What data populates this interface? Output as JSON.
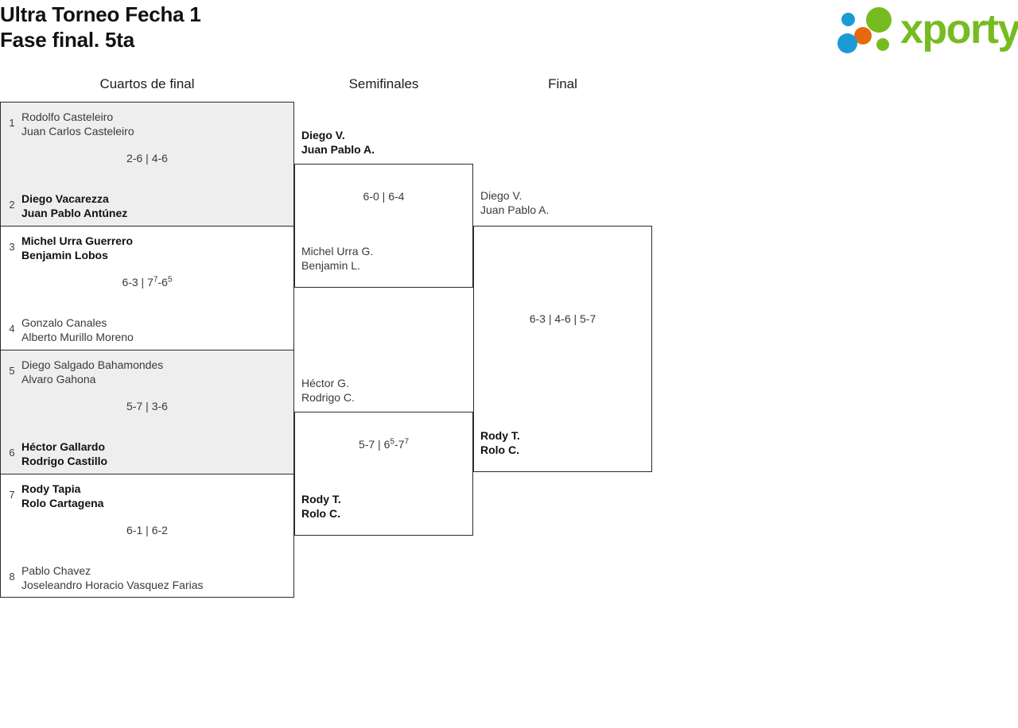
{
  "header": {
    "title_line1": "Ultra Torneo Fecha 1",
    "title_line2": "Fase final. 5ta",
    "logo_text": "xporty",
    "logo_colors": {
      "green": "#76bc21",
      "blue": "#1b9ad6",
      "orange": "#e8690b"
    }
  },
  "rounds": [
    {
      "label": "Cuartos de final"
    },
    {
      "label": "Semifinales"
    },
    {
      "label": "Final"
    }
  ],
  "quarterfinals": [
    {
      "shaded": true,
      "score": "2-6 | 4-6",
      "top": {
        "seed": "1",
        "player1": "Rodolfo Casteleiro",
        "player2": "Juan Carlos Casteleiro",
        "winner": false
      },
      "bottom": {
        "seed": "2",
        "player1": "Diego Vacarezza",
        "player2": "Juan Pablo Antúnez",
        "winner": true
      }
    },
    {
      "shaded": false,
      "score_pre": "6-3 | 7",
      "score_sup1": "7",
      "score_mid": "-6",
      "score_sup2": "5",
      "top": {
        "seed": "3",
        "player1": "Michel Urra Guerrero",
        "player2": "Benjamin Lobos",
        "winner": true
      },
      "bottom": {
        "seed": "4",
        "player1": "Gonzalo Canales",
        "player2": "Alberto Murillo Moreno",
        "winner": false
      }
    },
    {
      "shaded": true,
      "score": "5-7 | 3-6",
      "top": {
        "seed": "5",
        "player1": "Diego Salgado Bahamondes",
        "player2": "Alvaro Gahona",
        "winner": false
      },
      "bottom": {
        "seed": "6",
        "player1": "Héctor Gallardo",
        "player2": "Rodrigo Castillo",
        "winner": true
      }
    },
    {
      "shaded": false,
      "score": "6-1 | 6-2",
      "top": {
        "seed": "7",
        "player1": "Rody Tapia",
        "player2": "Rolo Cartagena",
        "winner": true
      },
      "bottom": {
        "seed": "8",
        "player1": "Pablo Chavez",
        "player2": "Joseleandro Horacio Vasquez Farias",
        "winner": false
      }
    }
  ],
  "semifinals": [
    {
      "score": "6-0 | 6-4",
      "top": {
        "player1": "Diego V.",
        "player2": "Juan Pablo A.",
        "winner": true
      },
      "bottom": {
        "player1": "Michel Urra G.",
        "player2": "Benjamin L.",
        "winner": false
      }
    },
    {
      "score_pre": "5-7 | 6",
      "score_sup1": "5",
      "score_mid": "-7",
      "score_sup2": "7",
      "top": {
        "player1": "Héctor G.",
        "player2": "Rodrigo C.",
        "winner": false
      },
      "bottom": {
        "player1": "Rody T.",
        "player2": "Rolo C.",
        "winner": true
      }
    }
  ],
  "final": {
    "score": "6-3 | 4-6 | 5-7",
    "top": {
      "player1": "Diego V.",
      "player2": "Juan Pablo A.",
      "winner": false
    },
    "bottom": {
      "player1": "Rody T.",
      "player2": "Rolo C.",
      "winner": true
    }
  }
}
